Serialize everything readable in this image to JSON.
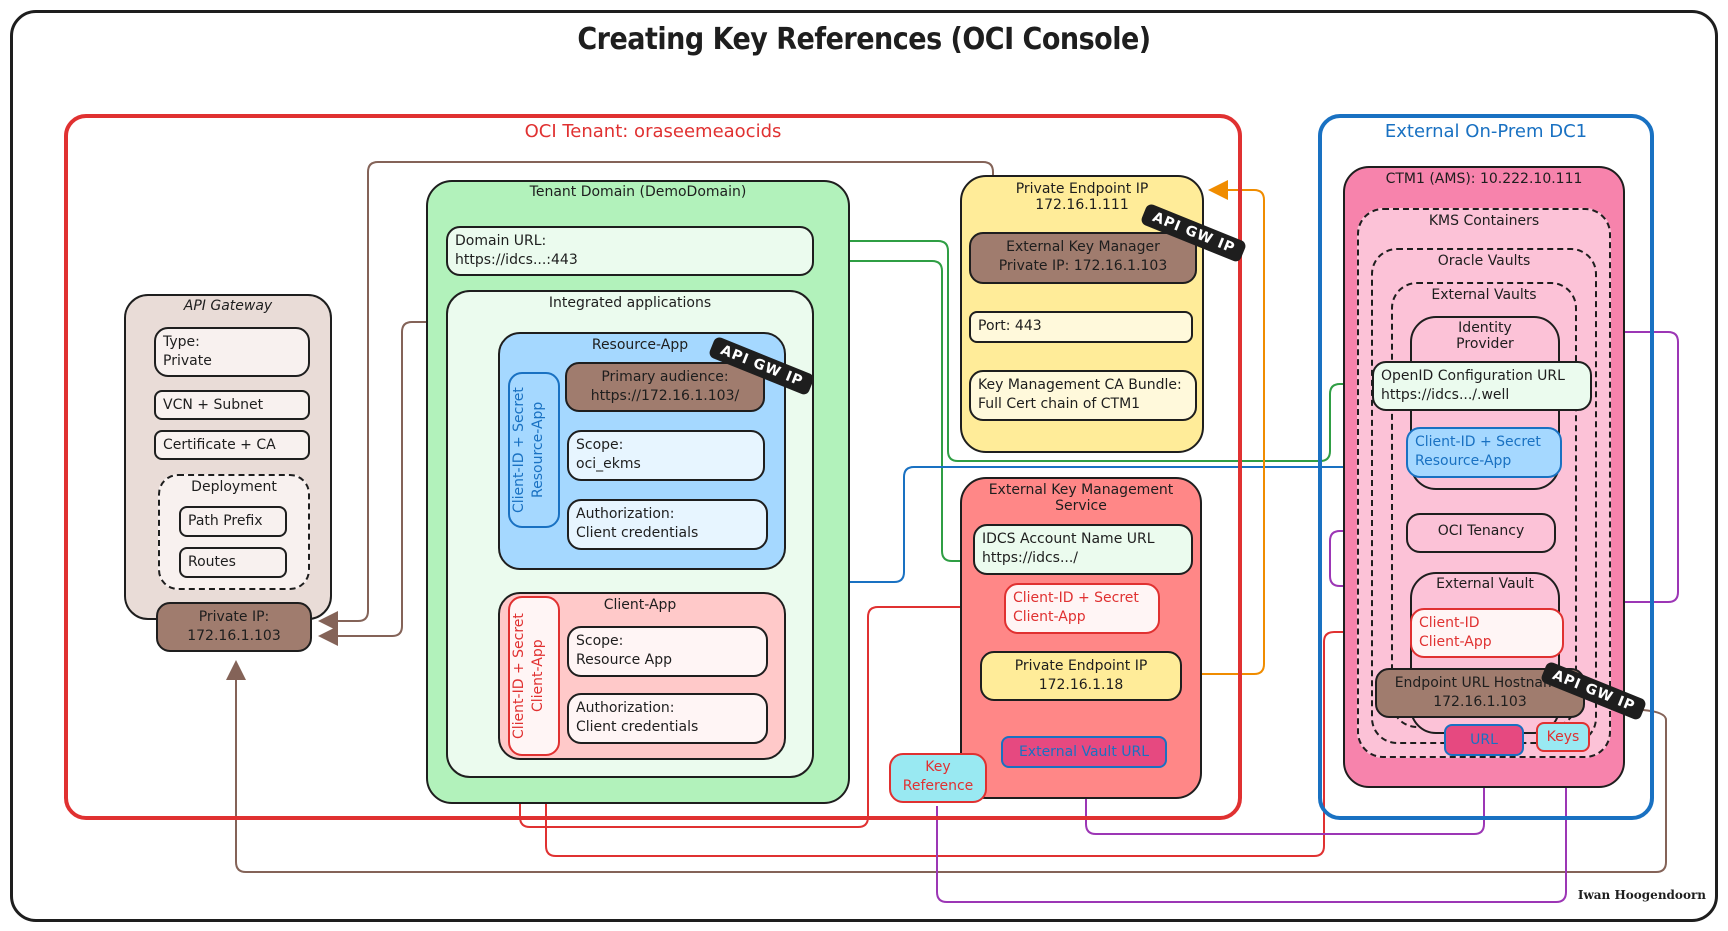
{
  "title": "Creating Key References (OCI Console)",
  "author": "Iwan Hoogendoorn",
  "colors": {
    "tenant_border": "#e03131",
    "onprem_border": "#1971c2",
    "api_gateway_bg": "#e9dcd7",
    "brown": "#a07c6e",
    "green_domain": "#b2f2bb",
    "blue_app": "#a5d8ff",
    "red_app": "#ffc9c9",
    "yellow": "#ffec99",
    "salmon": "#ff8787",
    "pink_ctm": "#f783ac",
    "light_pink": "#fcc2d7",
    "cyan": "#99e9f2",
    "purple": "#9c36b5",
    "orange": "#f08c00",
    "green_line": "#2f9e44"
  },
  "oci_tenant": {
    "label": "OCI Tenant: oraseemeaocids"
  },
  "api_gateway": {
    "title": "API Gateway",
    "type": "Type:\nPrivate",
    "vcn": "VCN + Subnet",
    "cert": "Certificate + CA",
    "deployment": {
      "title": "Deployment",
      "path_prefix": "Path Prefix",
      "routes": "Routes"
    },
    "private_ip": "Private IP:\n172.16.1.103"
  },
  "tenant_domain": {
    "title": "Tenant Domain (DemoDomain)",
    "domain_url": "Domain URL:\nhttps://idcs...:443",
    "integrated_apps": {
      "title": "Integrated applications",
      "resource_app": {
        "title": "Resource-App",
        "credentials": "Client-ID + Secret\nResource-App",
        "primary_audience": "Primary audience:\nhttps://172.16.1.103/",
        "scope": "Scope:\noci_ekms",
        "authorization": "Authorization:\nClient credentials",
        "tag": "API GW IP"
      },
      "client_app": {
        "title": "Client-App",
        "credentials": "Client-ID + Secret\nClient-App",
        "scope": "Scope:\nResource App",
        "authorization": "Authorization:\nClient credentials"
      }
    }
  },
  "private_endpoint": {
    "title": "Private Endpoint IP\n172.16.1.111",
    "ekm": "External Key Manager\nPrivate IP: 172.16.1.103",
    "tag": "API GW IP",
    "port": "Port: 443",
    "ca_bundle": "Key Management CA Bundle:\nFull Cert chain of CTM1"
  },
  "ekms": {
    "title": "External Key Management\nService",
    "idcs_url": "IDCS Account Name URL\nhttps://idcs.../",
    "credentials": "Client-ID + Secret\nClient-App",
    "private_endpoint": "Private Endpoint IP\n172.16.1.18",
    "vault_url": "External Vault URL"
  },
  "key_reference": "Key\nReference",
  "onprem": {
    "label": "External On-Prem DC1",
    "ctm1": {
      "title": "CTM1 (AMS): 10.222.10.111",
      "kms_containers": "KMS Containers",
      "oracle_vaults": "Oracle Vaults",
      "external_vaults": "External Vaults",
      "identity_provider": "Identity\nProvider",
      "openid_url": "OpenID Configuration URL\nhttps://idcs.../.well",
      "resource_credentials": "Client-ID + Secret\nResource-App",
      "oci_tenancy": "OCI Tenancy",
      "external_vault": "External Vault",
      "client_id": "Client-ID\nClient-App",
      "endpoint_url": "Endpoint URL Hostname\n172.16.1.103",
      "tag": "API GW IP",
      "url": "URL",
      "keys": "Keys"
    }
  }
}
